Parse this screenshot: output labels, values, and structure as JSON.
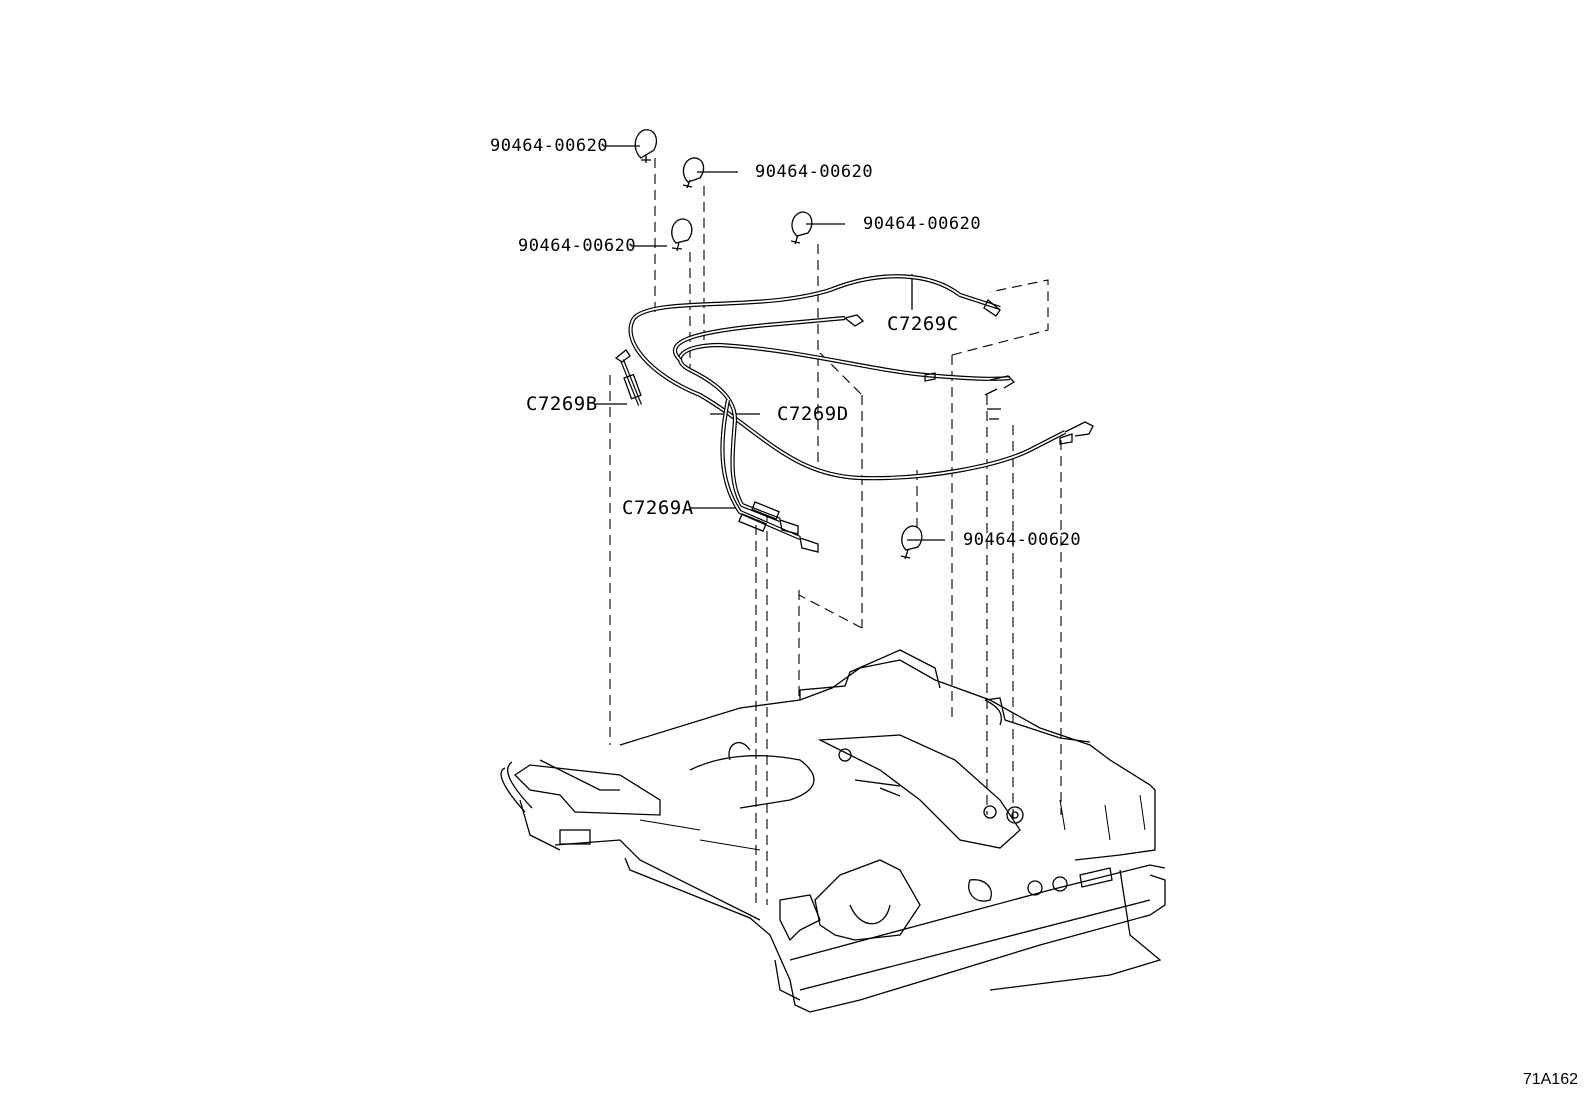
{
  "part_labels": [
    {
      "text": "90464-00620"
    },
    {
      "text": "90464-00620"
    },
    {
      "text": "90464-00620"
    },
    {
      "text": "90464-00620"
    },
    {
      "text": "90464-00620"
    }
  ],
  "cable_labels": {
    "b": "C7269B",
    "c": "C7269C",
    "d": "C7269D",
    "a": "C7269A"
  },
  "figure_code": "71A162"
}
